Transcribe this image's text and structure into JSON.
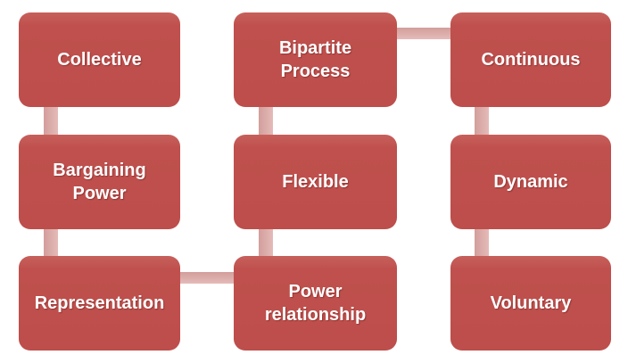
{
  "diagram": {
    "title_hint": "Features of collective bargaining diagram",
    "nodes": [
      {
        "id": "collective",
        "label": "Collective"
      },
      {
        "id": "bipartite-process",
        "label": "Bipartite Process"
      },
      {
        "id": "continuous",
        "label": "Continuous"
      },
      {
        "id": "bargaining-power",
        "label": "Bargaining Power"
      },
      {
        "id": "flexible",
        "label": "Flexible"
      },
      {
        "id": "dynamic",
        "label": "Dynamic"
      },
      {
        "id": "representation",
        "label": "Representation"
      },
      {
        "id": "power-relationship",
        "label": "Power relationship"
      },
      {
        "id": "voluntary",
        "label": "Voluntary"
      }
    ],
    "connections": [
      {
        "from": "Collective",
        "to": "Bargaining Power",
        "orientation": "vertical"
      },
      {
        "from": "Bargaining Power",
        "to": "Representation",
        "orientation": "vertical"
      },
      {
        "from": "Representation",
        "to": "Power relationship",
        "orientation": "horizontal"
      },
      {
        "from": "Power relationship",
        "to": "Flexible",
        "orientation": "vertical"
      },
      {
        "from": "Flexible",
        "to": "Bipartite Process",
        "orientation": "vertical"
      },
      {
        "from": "Bipartite Process",
        "to": "Continuous",
        "orientation": "horizontal"
      },
      {
        "from": "Continuous",
        "to": "Dynamic",
        "orientation": "vertical"
      },
      {
        "from": "Dynamic",
        "to": "Voluntary",
        "orientation": "vertical"
      }
    ],
    "colors": {
      "node_fill": "#BF504D",
      "connector_fill": "#DBABA8",
      "text": "#FFFFFF",
      "background": "#FFFFFF"
    }
  }
}
